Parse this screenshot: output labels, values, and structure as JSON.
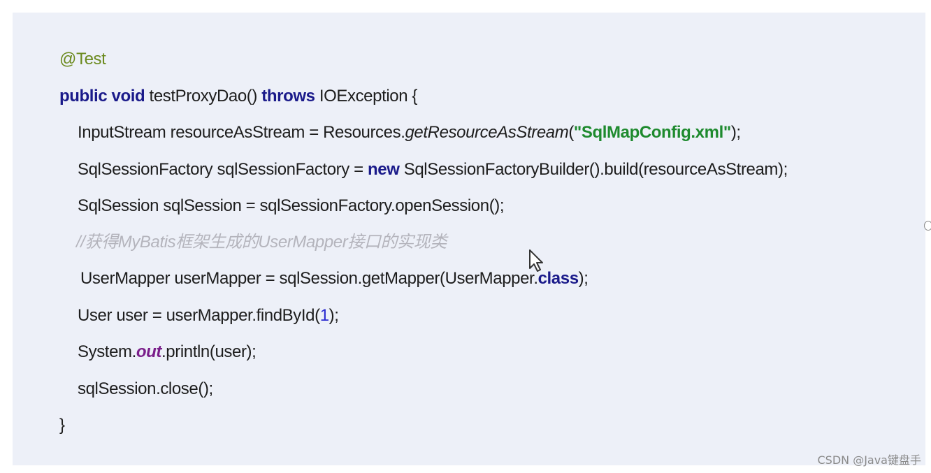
{
  "code": {
    "annotation": "@Test",
    "method_kw": "public void",
    "method_name": " testProxyDao()",
    "throws_kw": "throws",
    "exception": " IOException {",
    "l3_a": "InputStream resourceAsStream = Resources.",
    "l3_b": "getResourceAsStream",
    "l3_c": "(",
    "l3_str": "\"SqlMapConfig.xml\"",
    "l3_d": ");",
    "l4_a": "SqlSessionFactory sqlSessionFactory = ",
    "l4_kw": "new",
    "l4_b": " SqlSessionFactoryBuilder().build(resourceAsStream);",
    "l5": "SqlSession sqlSession = sqlSessionFactory.openSession();",
    "comment": "//获得MyBatis框架生成的UserMapper接口的实现类",
    "l7_a": "UserMapper userMapper = sqlSession.getMapper(UserMapper.",
    "l7_kw": "class",
    "l7_b": ");",
    "l8_a": "User user = userMapper.findById(",
    "l8_num": "1",
    "l8_b": ");",
    "l9_a": "System.",
    "l9_field": "out",
    "l9_b": ".println(user);",
    "l10": "sqlSession.close();",
    "closing": "}"
  },
  "icons": {
    "cursor": "mouse-pointer-icon",
    "handle": "resize-handle-icon"
  },
  "watermark": "CSDN @Java键盘手"
}
